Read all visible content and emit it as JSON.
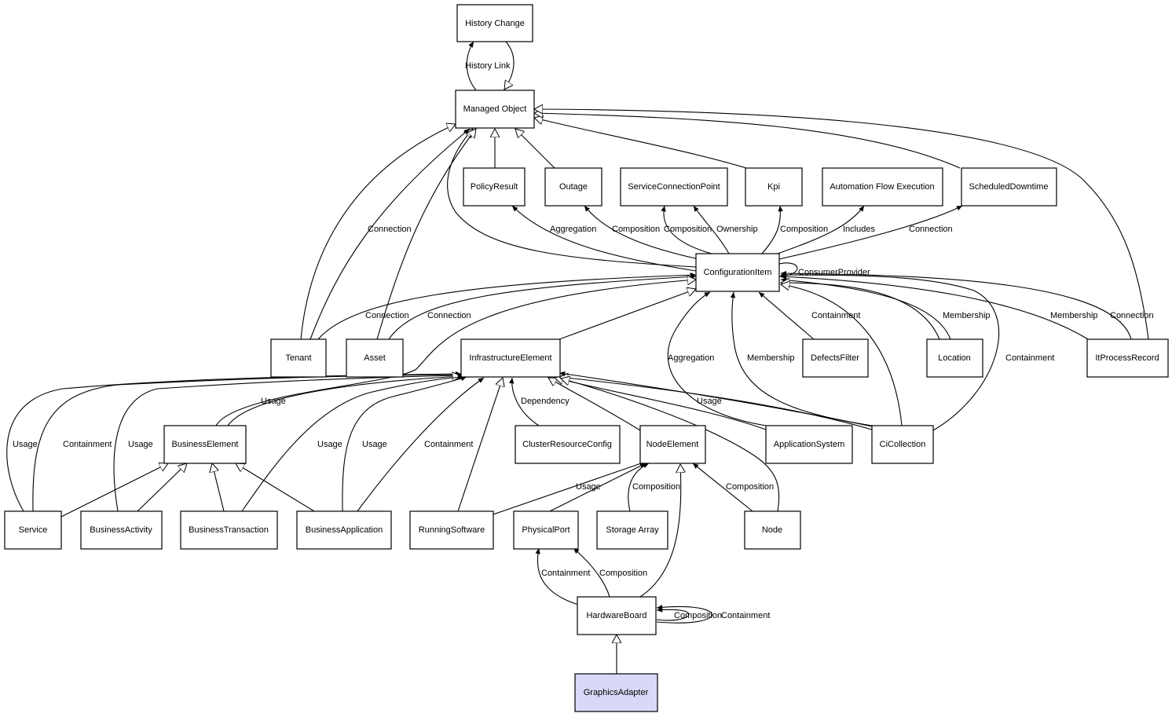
{
  "nodes": {
    "history_change": "History Change",
    "managed_object": "Managed Object",
    "policy_result": "PolicyResult",
    "outage": "Outage",
    "service_connection_point": "ServiceConnectionPoint",
    "kpi": "Kpi",
    "automation_flow_execution": "Automation Flow Execution",
    "scheduled_downtime": "ScheduledDowntime",
    "configuration_item": "ConfigurationItem",
    "tenant": "Tenant",
    "asset": "Asset",
    "infrastructure_element": "InfrastructureElement",
    "defects_filter": "DefectsFilter",
    "location": "Location",
    "it_process_record": "ItProcessRecord",
    "business_element": "BusinessElement",
    "cluster_resource_config": "ClusterResourceConfig",
    "node_element": "NodeElement",
    "application_system": "ApplicationSystem",
    "ci_collection": "CiCollection",
    "service": "Service",
    "business_activity": "BusinessActivity",
    "business_transaction": "BusinessTransaction",
    "business_application": "BusinessApplication",
    "running_software": "RunningSoftware",
    "physical_port": "PhysicalPort",
    "storage_array": "Storage Array",
    "node": "Node",
    "hardware_board": "HardwareBoard",
    "graphics_adapter": "GraphicsAdapter"
  },
  "labels": {
    "history_link": "History Link",
    "connection_tenant_mo": "Connection",
    "aggregation_policy": "Aggregation",
    "composition_outage": "Composition",
    "composition_scp": "Composition",
    "ownership_scp": "Ownership",
    "composition_kpi": "Composition",
    "includes_afe": "Includes",
    "connection_sd": "Connection",
    "consumer_provider": "ConsumerProvider",
    "connection_tenant_ci": "Connection",
    "connection_asset_ci": "Connection",
    "containment_defects": "Containment",
    "membership_location": "Membership",
    "membership_itpr": "Membership",
    "connection_itpr": "Connection",
    "aggregation_appsys": "Aggregation",
    "membership_cicoll": "Membership",
    "containment_cicoll": "Containment",
    "usage_be_ie": "Usage",
    "dependency_crc": "Dependency",
    "usage_appsys_ie": "Usage",
    "usage_service": "Usage",
    "containment_service": "Containment",
    "usage_bact": "Usage",
    "usage_btx": "Usage",
    "usage_bapp": "Usage",
    "containment_bapp": "Containment",
    "usage_rs_ne": "Usage",
    "composition_storage": "Composition",
    "composition_node": "Composition",
    "containment_hb_pp": "Containment",
    "composition_hb_pp": "Composition",
    "composition_hb_self": "Composition",
    "containment_hb_self": "Containment"
  },
  "colors": {
    "highlight_fill": "#d8d8f8",
    "box_fill": "#ffffff",
    "stroke": "#000000"
  }
}
